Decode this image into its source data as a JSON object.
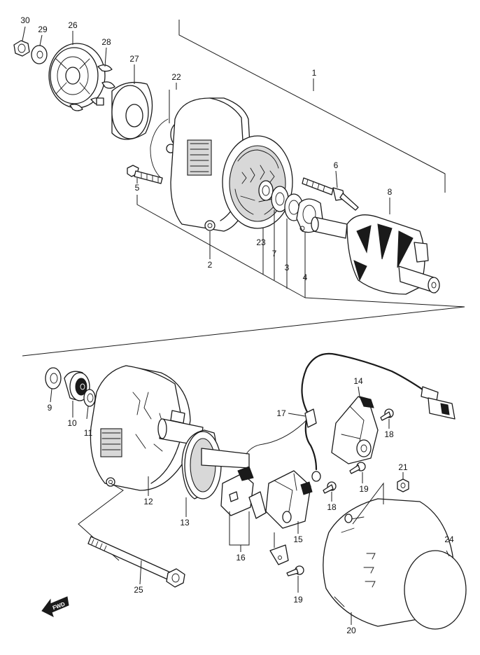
{
  "diagram": {
    "labels": [
      {
        "id": "30",
        "text": "30"
      },
      {
        "id": "29",
        "text": "29"
      },
      {
        "id": "26",
        "text": "26"
      },
      {
        "id": "28",
        "text": "28"
      },
      {
        "id": "27",
        "text": "27"
      },
      {
        "id": "22",
        "text": "22"
      },
      {
        "id": "1",
        "text": "1"
      },
      {
        "id": "6",
        "text": "6"
      },
      {
        "id": "8",
        "text": "8"
      },
      {
        "id": "5",
        "text": "5"
      },
      {
        "id": "23",
        "text": "23"
      },
      {
        "id": "7",
        "text": "7"
      },
      {
        "id": "3",
        "text": "3"
      },
      {
        "id": "4",
        "text": "4"
      },
      {
        "id": "2",
        "text": "2"
      },
      {
        "id": "14",
        "text": "14"
      },
      {
        "id": "17",
        "text": "17"
      },
      {
        "id": "18a",
        "text": "18"
      },
      {
        "id": "21",
        "text": "21"
      },
      {
        "id": "19a",
        "text": "19"
      },
      {
        "id": "9",
        "text": "9"
      },
      {
        "id": "10",
        "text": "10"
      },
      {
        "id": "11",
        "text": "11"
      },
      {
        "id": "12",
        "text": "12"
      },
      {
        "id": "13",
        "text": "13"
      },
      {
        "id": "18b",
        "text": "18"
      },
      {
        "id": "15",
        "text": "15"
      },
      {
        "id": "16",
        "text": "16"
      },
      {
        "id": "24",
        "text": "24"
      },
      {
        "id": "25",
        "text": "25"
      },
      {
        "id": "19b",
        "text": "19"
      },
      {
        "id": "20",
        "text": "20"
      }
    ],
    "fwd_label": "FWD"
  }
}
